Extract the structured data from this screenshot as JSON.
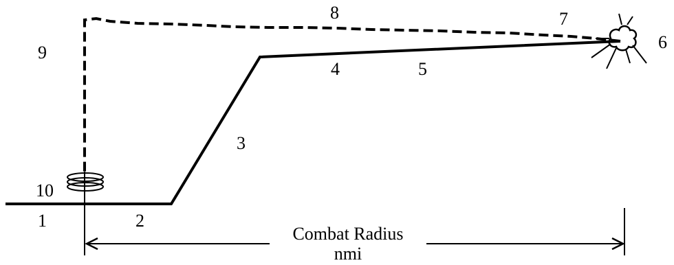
{
  "diagram": {
    "segments": [
      {
        "id": "1",
        "label": "1"
      },
      {
        "id": "2",
        "label": "2"
      },
      {
        "id": "3",
        "label": "3"
      },
      {
        "id": "4",
        "label": "4"
      },
      {
        "id": "5",
        "label": "5"
      },
      {
        "id": "6",
        "label": "6"
      },
      {
        "id": "7",
        "label": "7"
      },
      {
        "id": "8",
        "label": "8"
      },
      {
        "id": "9",
        "label": "9"
      },
      {
        "id": "10",
        "label": "10"
      }
    ],
    "dimension": {
      "line1": "Combat Radius",
      "line2": "nmi"
    },
    "colors": {
      "stroke": "#000000",
      "background": "#ffffff"
    }
  }
}
